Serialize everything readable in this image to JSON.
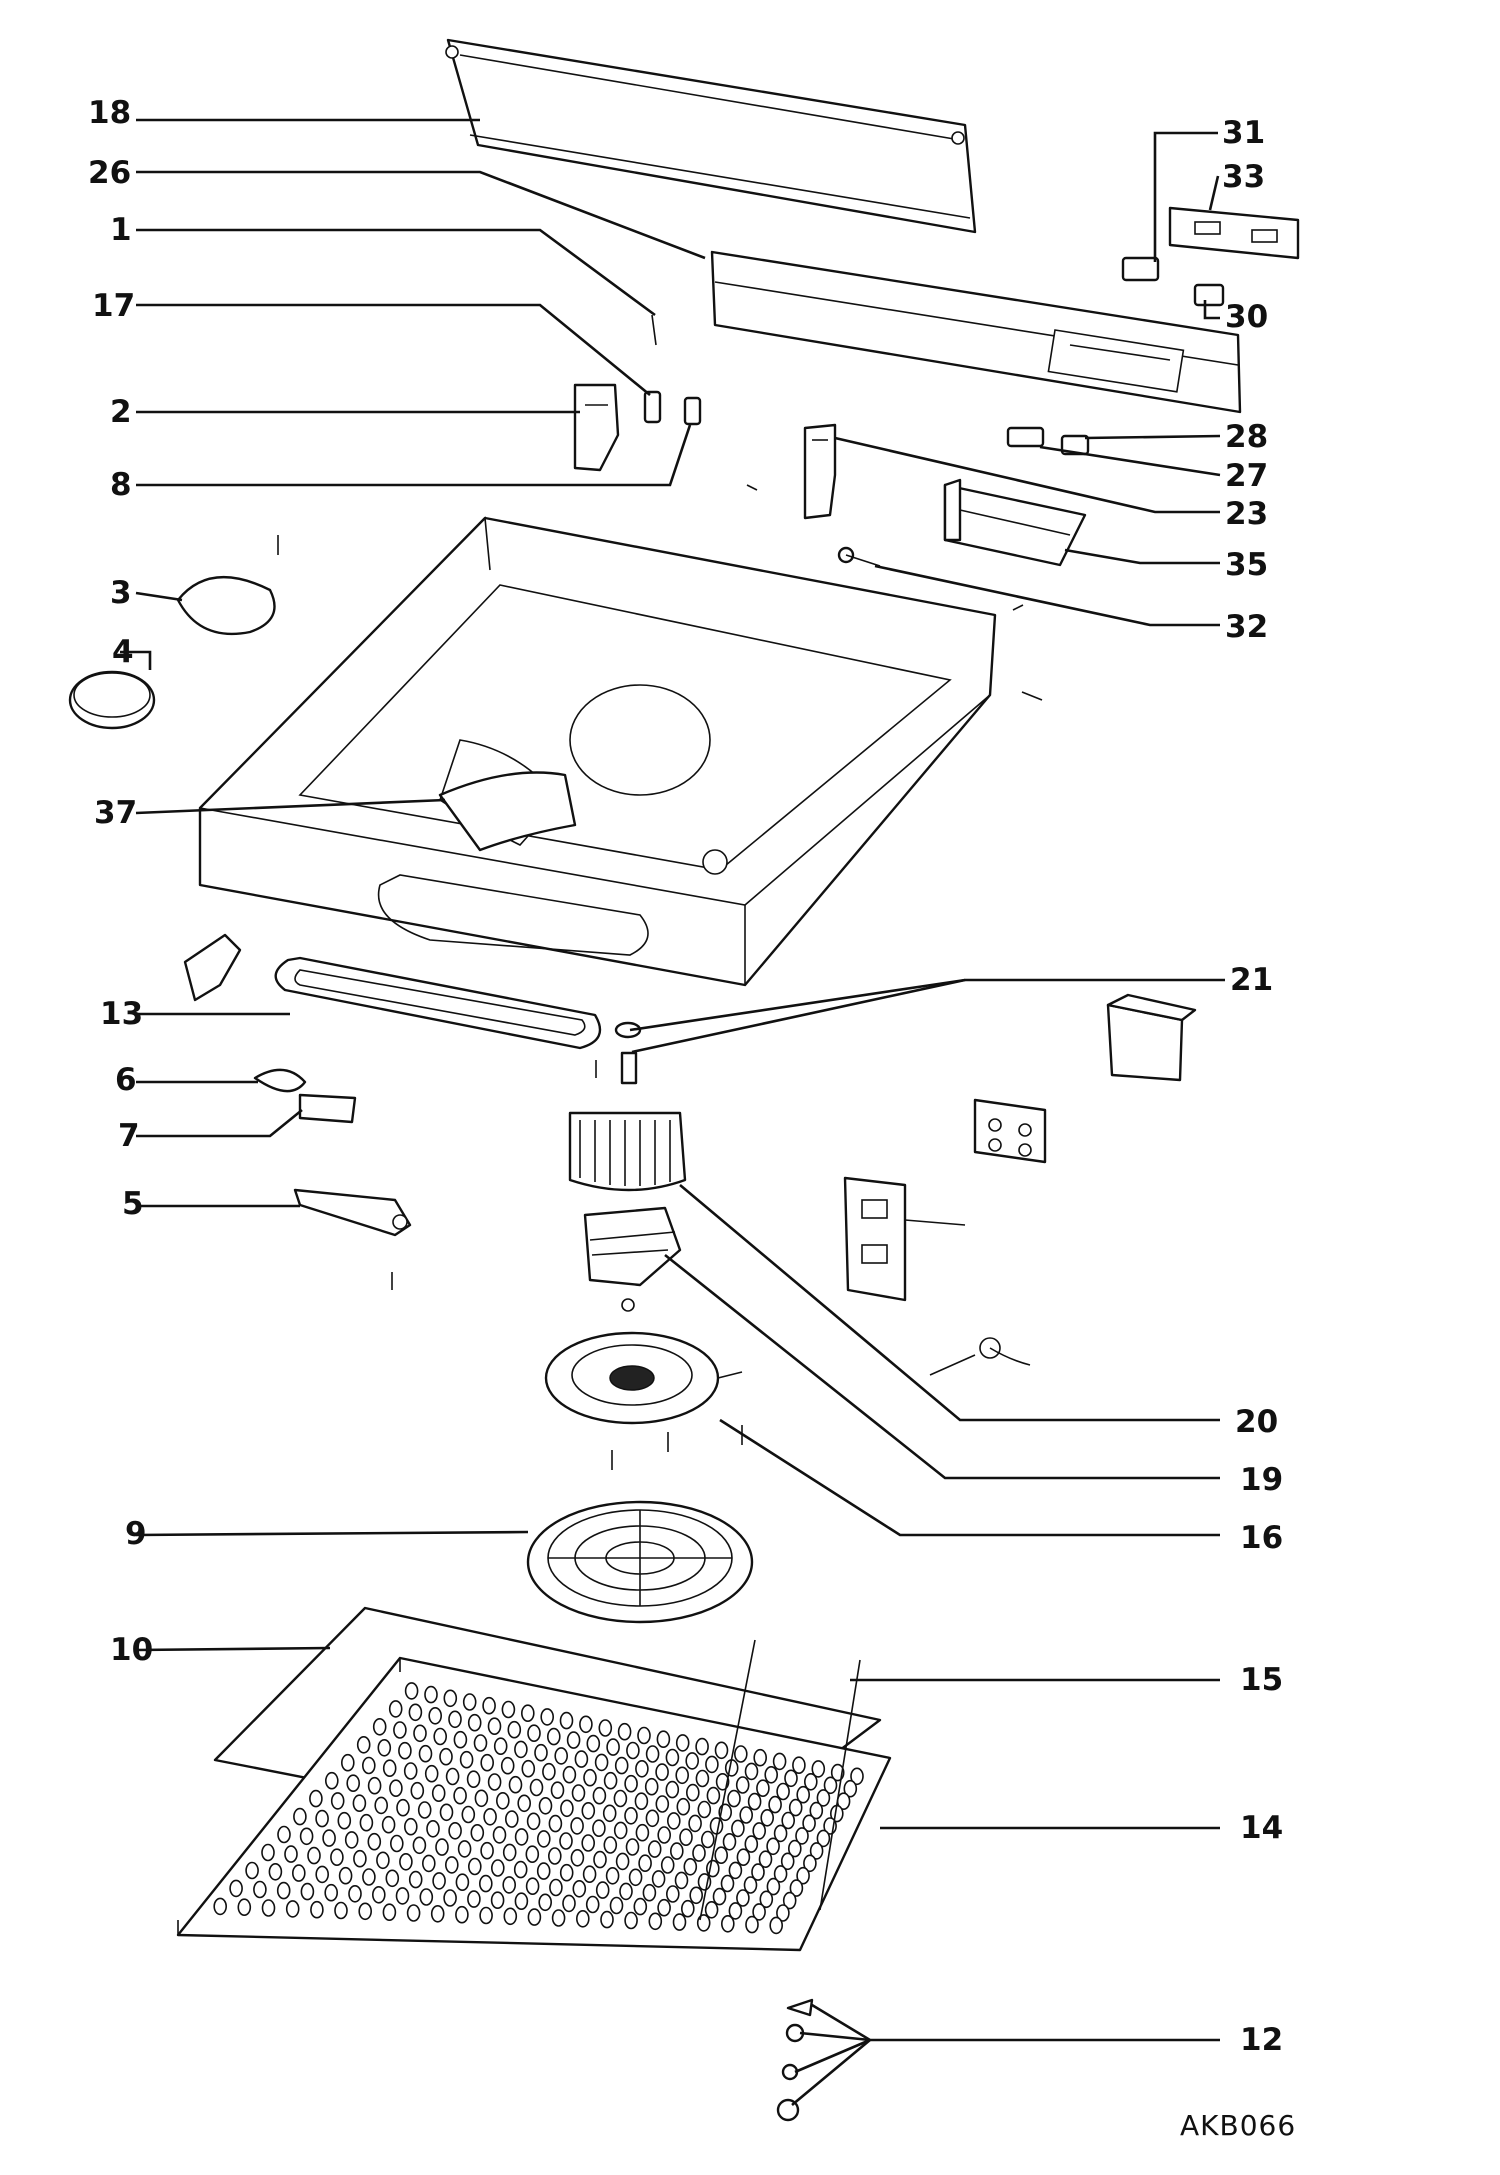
{
  "diagram": {
    "reference": "AKB066",
    "callouts": [
      {
        "id": "18"
      },
      {
        "id": "26"
      },
      {
        "id": "1"
      },
      {
        "id": "17"
      },
      {
        "id": "2"
      },
      {
        "id": "8"
      },
      {
        "id": "3"
      },
      {
        "id": "4"
      },
      {
        "id": "37"
      },
      {
        "id": "13"
      },
      {
        "id": "6"
      },
      {
        "id": "7"
      },
      {
        "id": "5"
      },
      {
        "id": "9"
      },
      {
        "id": "10"
      },
      {
        "id": "31"
      },
      {
        "id": "33"
      },
      {
        "id": "30"
      },
      {
        "id": "28"
      },
      {
        "id": "27"
      },
      {
        "id": "23"
      },
      {
        "id": "35"
      },
      {
        "id": "32"
      },
      {
        "id": "21"
      },
      {
        "id": "20"
      },
      {
        "id": "19"
      },
      {
        "id": "16"
      },
      {
        "id": "15"
      },
      {
        "id": "14"
      },
      {
        "id": "12"
      }
    ]
  }
}
